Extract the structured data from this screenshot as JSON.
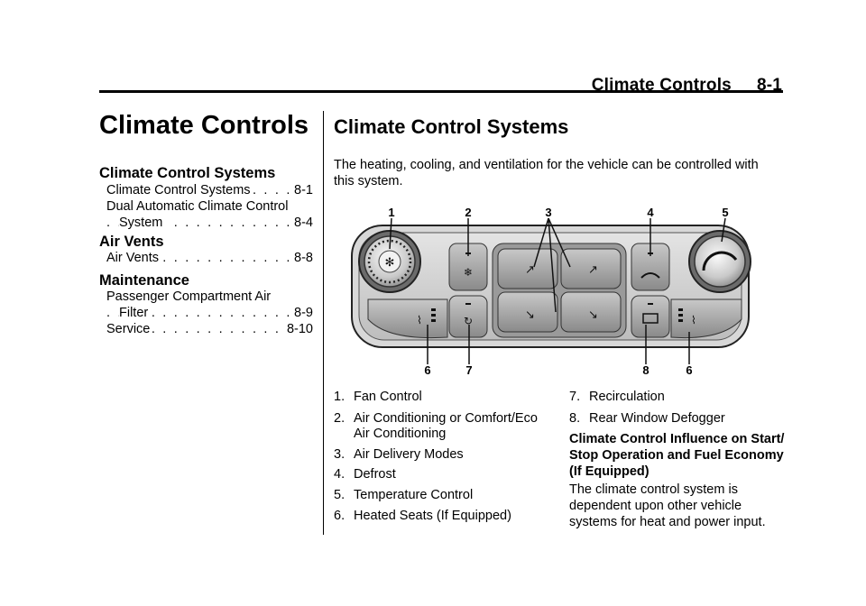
{
  "header": {
    "title": "Climate Controls",
    "page": "8-1"
  },
  "left": {
    "chapter_title": "Climate Controls",
    "toc": [
      {
        "heading": "Climate Control Systems",
        "entries": [
          {
            "label": "Climate Control Systems",
            "page": "8-1"
          },
          {
            "label": "Dual Automatic Climate Control",
            "page": ""
          },
          {
            "label": "System",
            "page": "8-4",
            "indent": true
          }
        ]
      },
      {
        "heading": "Air Vents",
        "entries": [
          {
            "label": "Air Vents",
            "page": "8-8"
          }
        ]
      },
      {
        "heading": "Maintenance",
        "entries": [
          {
            "label": "Passenger Compartment Air",
            "page": ""
          },
          {
            "label": "Filter",
            "page": "8-9",
            "indent": true
          },
          {
            "label": "Service",
            "page": "8-10"
          }
        ]
      }
    ]
  },
  "right": {
    "section_title": "Climate Control Systems",
    "intro": "The heating, cooling, and ventilation for the vehicle can be controlled with this system.",
    "callouts_top": [
      "1",
      "2",
      "3",
      "4",
      "5"
    ],
    "callouts_bottom": [
      "6",
      "7",
      "8",
      "6"
    ],
    "list_left": [
      {
        "n": "1.",
        "text": "Fan Control"
      },
      {
        "n": "2.",
        "text": "Air Conditioning or Comfort/Eco",
        "cont": "Air Conditioning"
      },
      {
        "n": "3.",
        "text": "Air Delivery Modes"
      },
      {
        "n": "4.",
        "text": "Defrost"
      },
      {
        "n": "5.",
        "text": "Temperature Control"
      },
      {
        "n": "6.",
        "text": "Heated Seats (If Equipped)"
      }
    ],
    "list_right": [
      {
        "n": "7.",
        "text": "Recirculation"
      },
      {
        "n": "8.",
        "text": "Rear Window Defogger"
      }
    ],
    "subhead": [
      "Climate Control Influence on Start/",
      "Stop Operation and Fuel Economy",
      "(If Equipped)"
    ],
    "paragraph": [
      "The climate control system is",
      "dependent upon other vehicle",
      "systems for heat and power input."
    ]
  }
}
